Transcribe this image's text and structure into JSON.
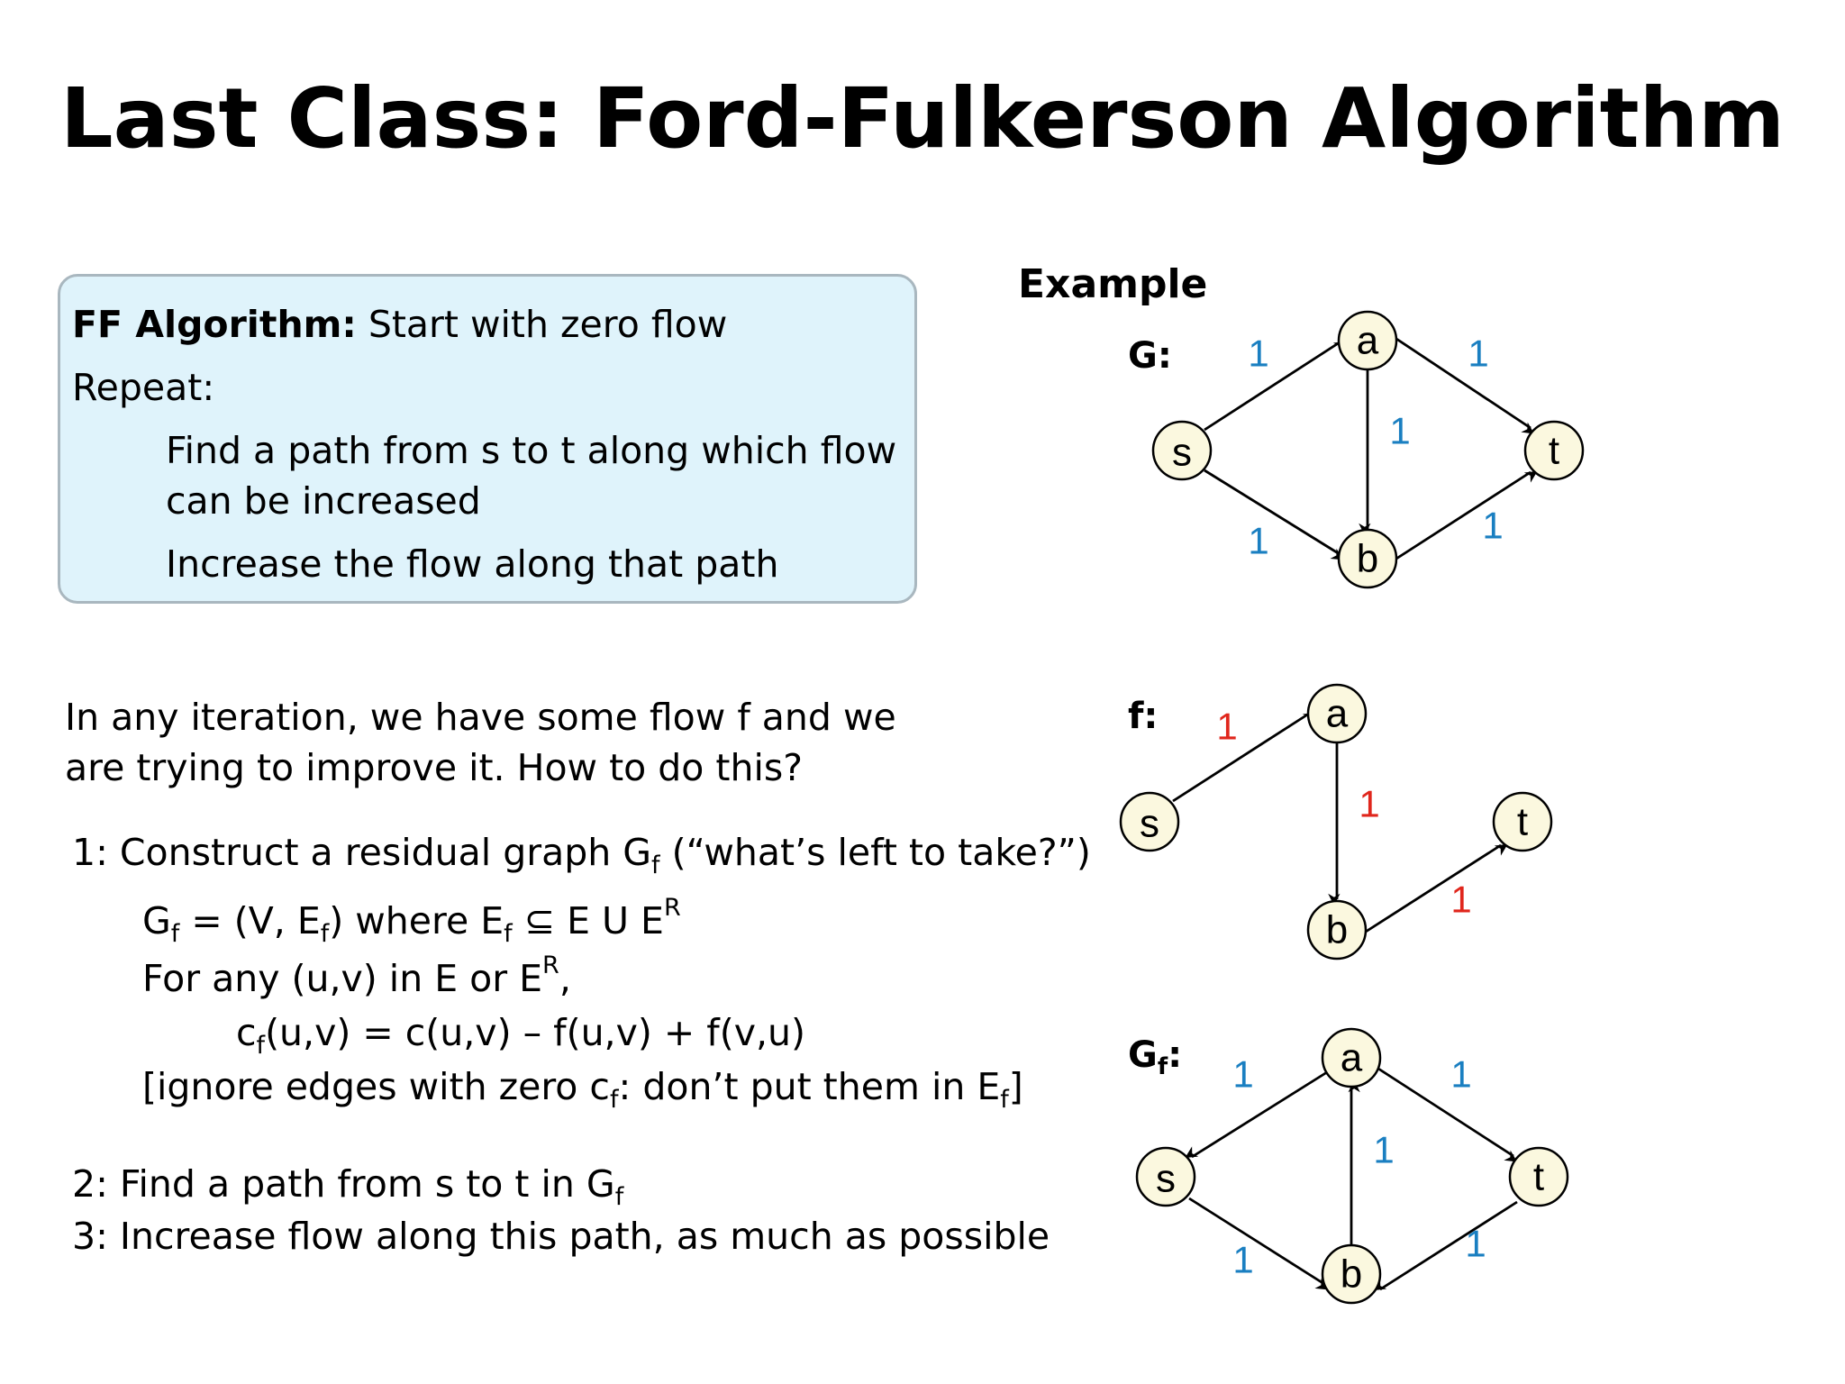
{
  "title": "Last Class: Ford-Fulkerson Algorithm",
  "box": {
    "heading": "FF Algorithm:",
    "line1_rest": " Start with zero flow",
    "line2": "Repeat:",
    "line3": "Find a path from s to t along which flow",
    "line4": "can be increased",
    "line5": "Increase the flow along that path"
  },
  "intro": {
    "line1": "In any iteration, we have some flow f and we",
    "line2": "are trying to improve it. How to do this?"
  },
  "step1": {
    "pre": "1: Construct a residual graph G",
    "sub": "f",
    "post": " (“what’s left to take?”)"
  },
  "def": {
    "gf_g": "G",
    "gf_sub": "f",
    "gf_mid": " = (V, E",
    "gf_sub2": "f",
    "gf_mid2": ") where E",
    "gf_sub3": "f",
    "gf_op": " ⊆ E U E",
    "gf_sup": "R",
    "any_pre": "For any (u,v) in E or E",
    "any_sup": "R",
    "any_post": ",",
    "cf_c": "c",
    "cf_sub": "f",
    "cf_post": "(u,v) = c(u,v) – f(u,v) + f(v,u)",
    "ign_pre": "[ignore edges with zero c",
    "ign_sub": "f",
    "ign_mid": ": don’t put them in E",
    "ign_sub2": "f",
    "ign_post": "]"
  },
  "step2": {
    "pre": "2: Find a path from s to t in G",
    "sub": "f"
  },
  "step3": "3: Increase flow along this path, as much as possible",
  "example_label": "Example",
  "graphs": {
    "G": {
      "label": "G:",
      "nodes": {
        "s": "s",
        "a": "a",
        "b": "b",
        "t": "t"
      },
      "caps": {
        "sa": "1",
        "at": "1",
        "ab": "1",
        "sb": "1",
        "bt": "1"
      }
    },
    "f": {
      "label": "f:",
      "nodes": {
        "s": "s",
        "a": "a",
        "b": "b",
        "t": "t"
      },
      "flows": {
        "sa": "1",
        "ab": "1",
        "bt": "1"
      }
    },
    "Gf": {
      "label_g": "G",
      "label_sub": "f",
      "label_colon": ":",
      "nodes": {
        "s": "s",
        "a": "a",
        "b": "b",
        "t": "t"
      },
      "caps": {
        "as": "1",
        "at": "1",
        "ba": "1",
        "sb": "1",
        "tb": "1"
      }
    }
  },
  "colors": {
    "capacity": "#1a7fc1",
    "flow": "#e0261c",
    "box_bg": "#dff3fb",
    "node_fill": "#fbf8df"
  }
}
